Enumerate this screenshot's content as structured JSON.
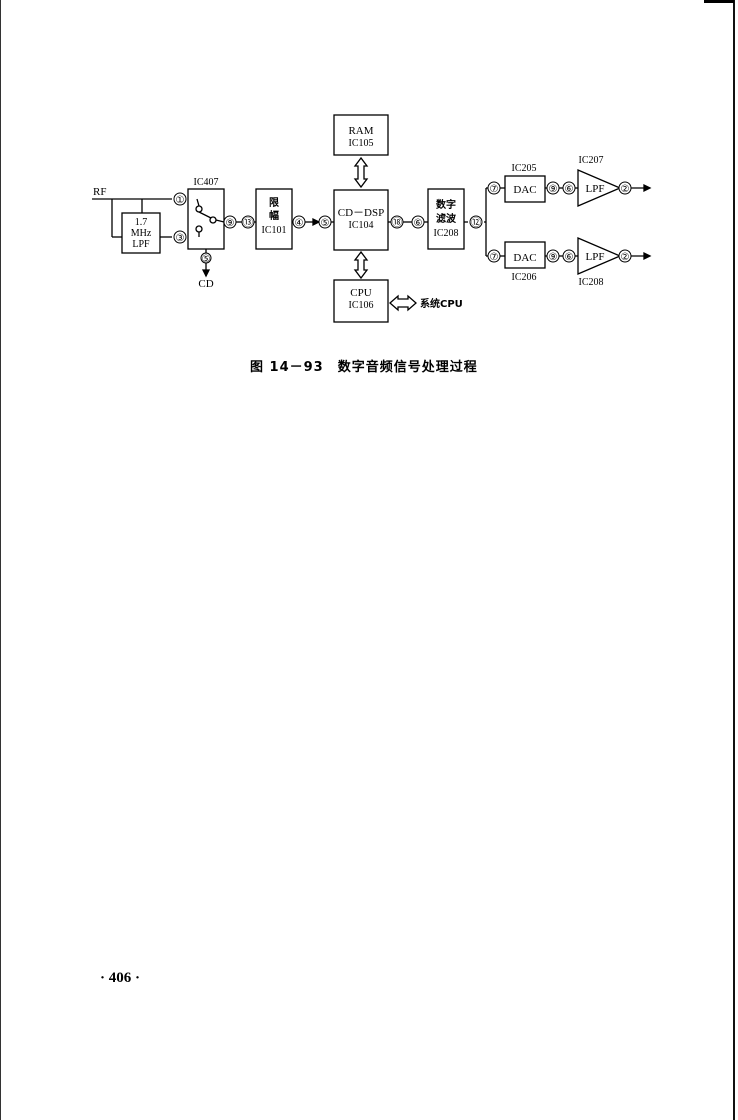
{
  "figure": {
    "caption": "图 14－93　数字音频信号处理过程",
    "input_label": "RF",
    "output_label": "CD",
    "system_cpu_label": "系统CPU",
    "blocks": {
      "lpf_in": {
        "line1": "1.7",
        "line2": "MHz",
        "line3": "LPF"
      },
      "switch": {
        "label": "IC407"
      },
      "limiter": {
        "line1": "限",
        "line2": "幅",
        "line3": "IC101"
      },
      "dsp": {
        "line1": "CD－DSP",
        "line2": "IC104"
      },
      "ram": {
        "line1": "RAM",
        "line2": "IC105"
      },
      "cpu": {
        "line1": "CPU",
        "line2": "IC106"
      },
      "filter": {
        "line1": "数字",
        "line2": "滤波",
        "line3": "IC208"
      },
      "dac_top": {
        "label": "DAC",
        "ic": "IC205"
      },
      "dac_bot": {
        "label": "DAC",
        "ic": "IC206"
      },
      "lpf_top": {
        "label": "LPF",
        "ic": "IC207"
      },
      "lpf_bot": {
        "label": "LPF",
        "ic": "IC208"
      }
    },
    "pins": {
      "sw_in1": "①",
      "sw_in2": "③",
      "sw_out": "⑨",
      "sw_cd": "⑤",
      "lim_in": "⑬",
      "lim_out": "④",
      "dsp_in": "⑤",
      "dsp_out": "⑱",
      "flt_in": "⑥",
      "flt_out": "⑫",
      "dac_top_in": "⑦",
      "dac_top_out": "⑨",
      "lpf_top_in": "⑥",
      "lpf_top_out": "②",
      "dac_bot_in": "⑦",
      "dac_bot_out": "⑨",
      "lpf_bot_in": "⑥",
      "lpf_bot_out": "②"
    }
  },
  "page_number": "· 406 ·"
}
